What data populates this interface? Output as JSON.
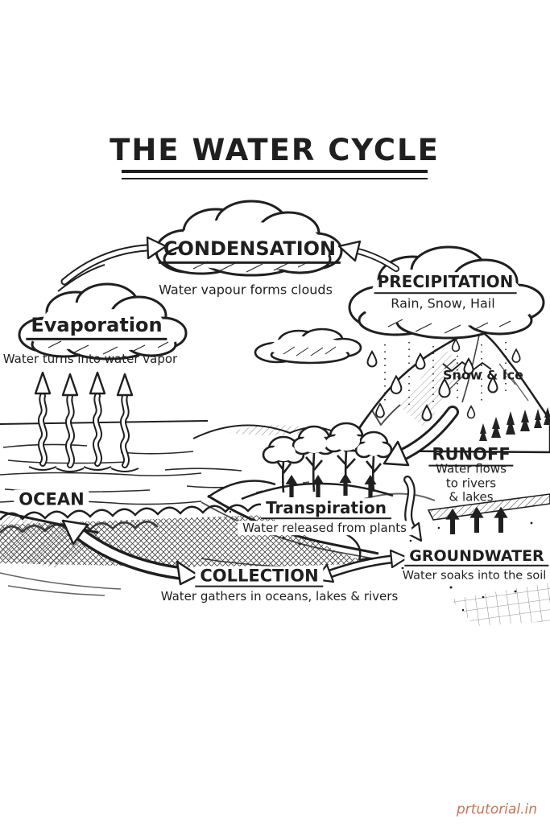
{
  "page": {
    "background_color": "#ffffff",
    "ink_color": "#1f1f1f",
    "watermark_color": "#c0765a"
  },
  "title": "THE WATER CYCLE",
  "stages": {
    "condensation": {
      "label": "CONDENSATION",
      "description": "Water vapour forms clouds"
    },
    "precipitation": {
      "label": "PRECIPITATION",
      "description": "Rain, Snow, Hail"
    },
    "evaporation": {
      "label": "Evaporation",
      "description": "Water turns into water vapor"
    },
    "runoff": {
      "label": "RUNOFF",
      "description": "Water flows to rivers\n& lakes"
    },
    "transpiration": {
      "label": "Transpiration",
      "description": "Water released from plants"
    },
    "groundwater": {
      "label": "GROUNDWATER",
      "description": "Water soaks into the soil"
    },
    "collection": {
      "label": "COLLECTION",
      "description": "Water gathers in oceans, lakes & rivers"
    }
  },
  "scene_labels": {
    "ocean": "OCEAN",
    "snow_ice": "Snow & Ice"
  },
  "watermark": "prtutorial.in"
}
